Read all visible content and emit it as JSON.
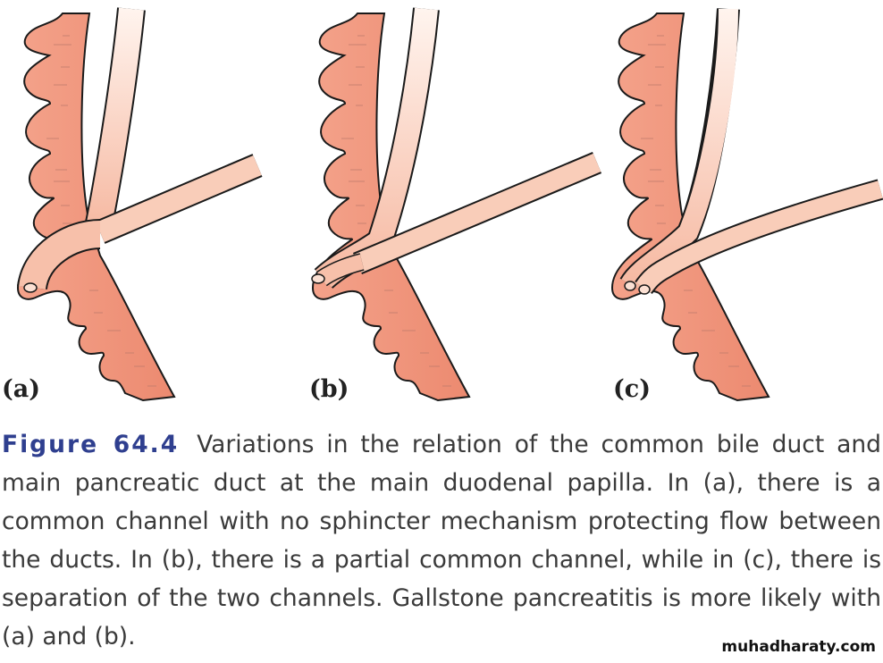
{
  "figure": {
    "panels": [
      {
        "label": "(a)",
        "variant": "common-channel"
      },
      {
        "label": "(b)",
        "variant": "partial-common-channel"
      },
      {
        "label": "(c)",
        "variant": "separate-channels"
      }
    ],
    "colors": {
      "duodenum": "#f0937a",
      "duct": "#f8c9b4",
      "outline": "#1a1a1a",
      "figure_number": "#2f3f8f"
    }
  },
  "caption": {
    "figure_number": "Figure 64.4",
    "lines": [
      "Variations in the relation of the common bile duct and",
      "main pancreatic duct at the main duodenal papilla. In (a), there is a",
      "common channel with no sphincter mechanism protecting flow between",
      "the ducts. In (b), there is a partial common channel, while in (c), there is",
      "separation of the two channels. Gallstone pancreatitis is more likely with",
      "(a) and (b)."
    ]
  },
  "watermark": "muhadharaty.com"
}
